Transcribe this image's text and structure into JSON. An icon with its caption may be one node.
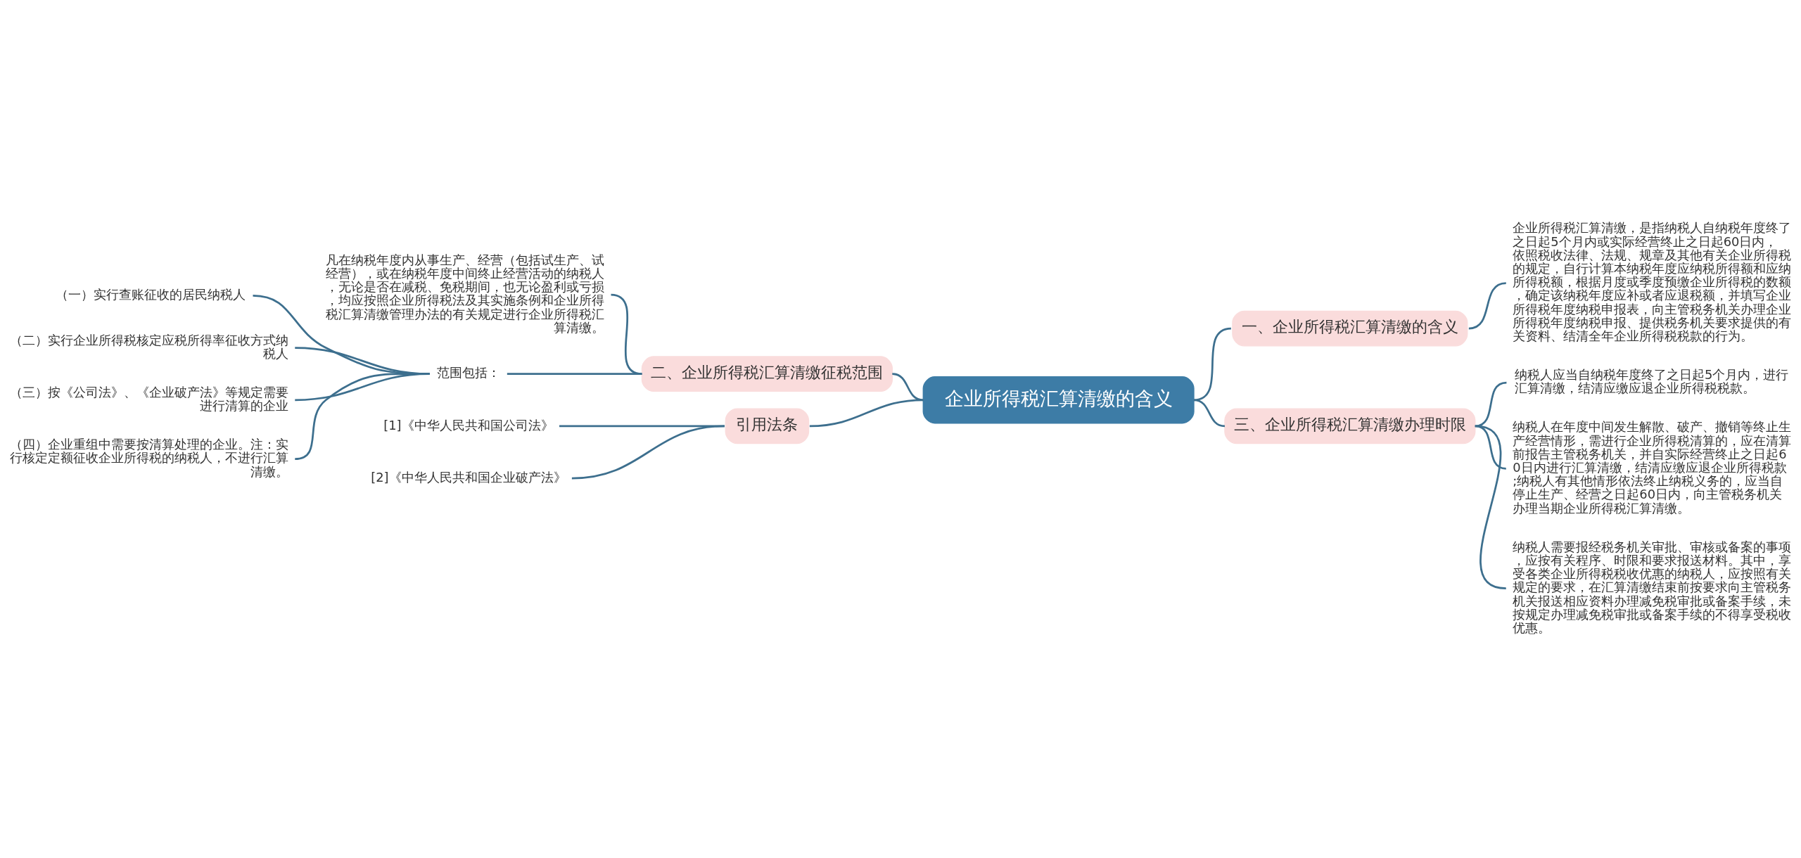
{
  "diagram": {
    "nodes": [
      {
        "text": [
          "企业所得税汇算清缴的含义"
        ]
      },
      {
        "text": [
          "二、企业所得税汇算清缴征税范围"
        ]
      },
      {
        "text": [
          "凡在纳税年度内从事生产、经营（包括试生产、试经营），或在纳税年度中间终止经营活动的纳税人，无论是否在减税、免税期间，也无论盈利或亏损，均应按照企业所得税法及其实施条例和企业所得税汇算清缴管理办法的有关规定进行企业所得税汇算清缴。"
        ]
      },
      {
        "text": [
          "范围包括："
        ]
      },
      {
        "text": [
          "（一）实行查账征收的居民纳税人"
        ]
      },
      {
        "text": [
          "（二）实行企业所得税核定应税所得率征收方式纳税人"
        ]
      },
      {
        "text": [
          "（三）按《公司法》、《企业破产法》等规定需要进行清算的企业"
        ]
      },
      {
        "text": [
          "（四）企业重组中需要按清算处理的企业。注：实行核定定额征收企业所得税的纳税人，不进行汇算清缴。"
        ]
      },
      {
        "text": [
          "引用法条"
        ]
      },
      {
        "text": [
          "[1]《中华人民共和国公司法》"
        ]
      },
      {
        "text": [
          "[2]《中华人民共和国企业破产法》"
        ]
      },
      {
        "text": [
          "一、企业所得税汇算清缴的含义"
        ]
      },
      {
        "text": [
          "企业所得税汇算清缴，是指纳税人自纳税年度终了之日起5个月内或实际经营终止之日起60日内，依照税收法律、法规、规章及其他有关企业所得税的规定，自行计算本纳税年度应纳税所得额和应纳所得税额，根据月度或季度预缴企业所得税的数额，确定该纳税年度应补或者应退税额，并填写企业所得税年度纳税申报表，向主管税务机关办理企业所得税年度纳税申报、提供税务机关要求提供的有关资料、结清全年企业所得税税款的行为。"
        ]
      },
      {
        "text": [
          "三、企业所得税汇算清缴办理时限"
        ]
      },
      {
        "text": [
          "纳税人应当自纳税年度终了之日起5个月内，进行汇算清缴，结清应缴应退企业所得税税款。"
        ]
      },
      {
        "text": [
          "纳税人在年度中间发生解散、破产、撤销等终止生产经营情形，需进行企业所得税清算的，应在清算前报告主管税务机关，并自实际经营终止之日起60日内进行汇算清缴，结清应缴应退企业所得税款;纳税人有其他情形依法终止纳税义务的，应当自停止生产、经营之日起60日内，向主管税务机关办理当期企业所得税汇算清缴。"
        ]
      },
      {
        "text": [
          "纳税人需要报经税务机关审批、审核或备案的事项，应按有关程序、时限和要求报送材料。其中，享受各类企业所得税税收优惠的纳税人，应按照有关规定的要求，在汇算清缴结束前按要求向主管税务机关报送相应资料办理减免税审批或备案手续，未按规定办理减免税审批或备案手续的不得享受税收优惠。"
        ]
      }
    ],
    "edges": [
      {
        "from": 0,
        "to": 1,
        "arrow": "none"
      },
      {
        "from": 1,
        "to": 2,
        "arrow": "none"
      },
      {
        "from": 1,
        "to": 3,
        "arrow": "none"
      },
      {
        "from": 3,
        "to": 4,
        "arrow": "none"
      },
      {
        "from": 3,
        "to": 5,
        "arrow": "none"
      },
      {
        "from": 3,
        "to": 6,
        "arrow": "none"
      },
      {
        "from": 3,
        "to": 7,
        "arrow": "none"
      },
      {
        "from": 0,
        "to": 8,
        "arrow": "none"
      },
      {
        "from": 8,
        "to": 9,
        "arrow": "none"
      },
      {
        "from": 8,
        "to": 10,
        "arrow": "none"
      },
      {
        "from": 0,
        "to": 11,
        "arrow": "none"
      },
      {
        "from": 11,
        "to": 12,
        "arrow": "none"
      },
      {
        "from": 0,
        "to": 13,
        "arrow": "none"
      },
      {
        "from": 13,
        "to": 14,
        "arrow": "none"
      },
      {
        "from": 13,
        "to": 15,
        "arrow": "none"
      },
      {
        "from": 13,
        "to": 16,
        "arrow": "none"
      }
    ]
  }
}
